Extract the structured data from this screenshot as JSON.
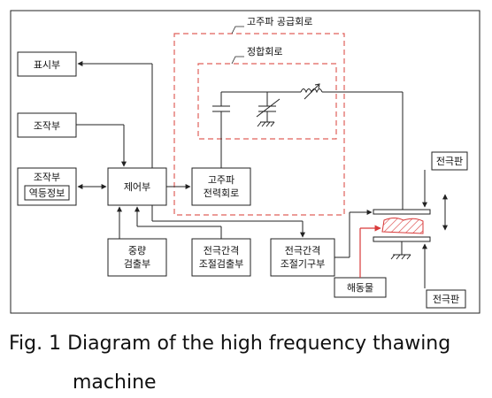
{
  "diagram": {
    "hf_supply_circuit": "고주파 공급회로",
    "matching_circuit": "정합회로",
    "display_unit": "표시부",
    "operation_unit": "조작부",
    "operation_unit_2": "조작부",
    "reverse_info": "역등정보",
    "control_unit": "제어부",
    "hf_power_line1": "고주파",
    "hf_power_line2": "전력회로",
    "weight_line1": "중량",
    "weight_line2": "검출부",
    "gap_detect_line1": "전극간격",
    "gap_detect_line2": "조절검출부",
    "gap_adjust_line1": "전극간격",
    "gap_adjust_line2": "조절기구부",
    "thawed_object": "해동물",
    "electrode_top": "전극판",
    "electrode_bottom": "전극판"
  },
  "caption": {
    "line1": "Fig. 1 Diagram of the high frequency thawing",
    "line2": "machine"
  },
  "colors": {
    "dashed_frame": "#e0605a",
    "thawed_object": "#d93a3a",
    "line": "#222222"
  }
}
